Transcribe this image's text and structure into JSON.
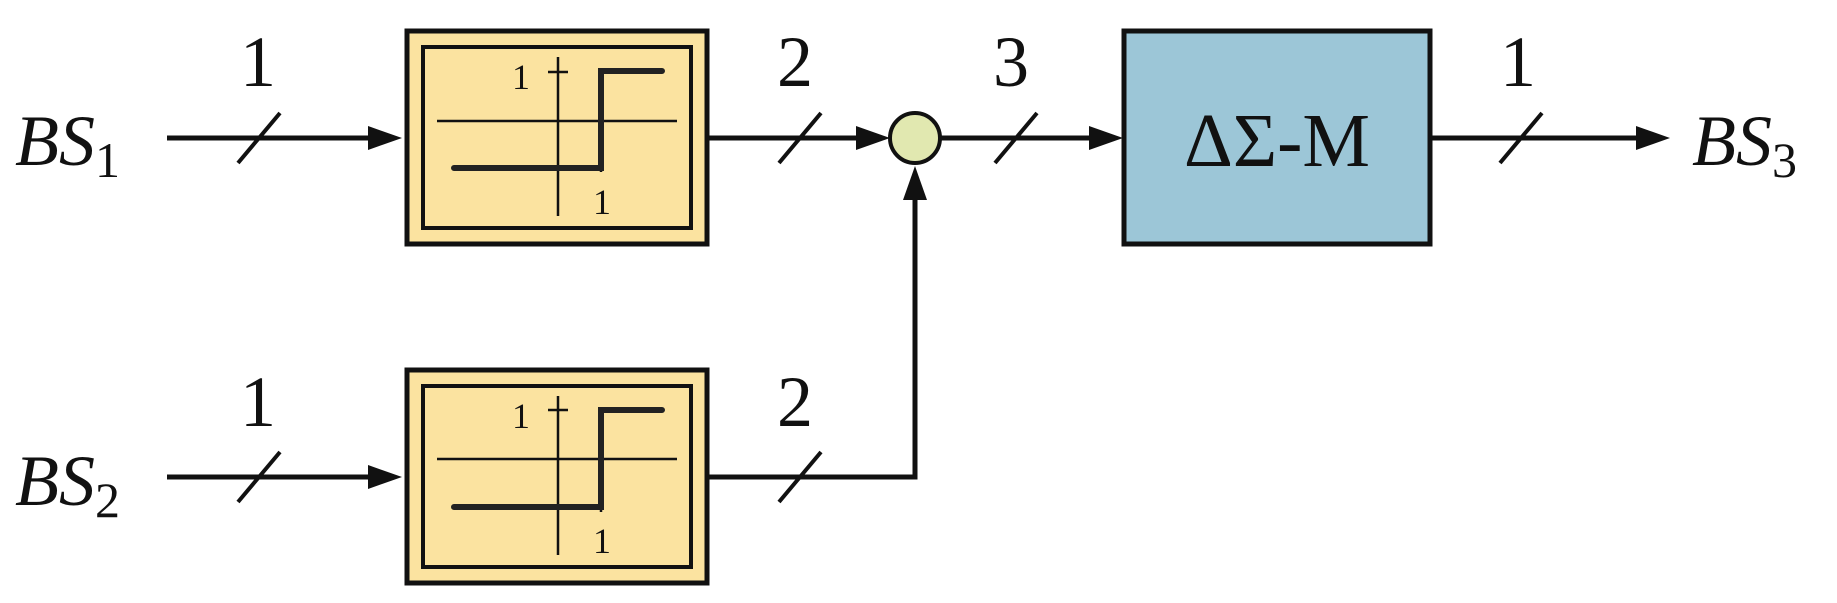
{
  "inputs": [
    {
      "label": "BS",
      "subscript": "1",
      "bus_width": "1"
    },
    {
      "label": "BS",
      "subscript": "2",
      "bus_width": "1"
    }
  ],
  "stage_widths": {
    "upper_after_block": "2",
    "lower_after_block": "2",
    "after_sum": "3",
    "output": "1"
  },
  "step_blocks": [
    {
      "level_label": "1",
      "threshold_label": "1"
    },
    {
      "level_label": "1",
      "threshold_label": "1"
    }
  ],
  "modulator": {
    "label": "ΔΣ-M"
  },
  "output": {
    "label": "BS",
    "subscript": "3"
  },
  "colors": {
    "step_block_fill": "#fbe3a0",
    "modulator_fill": "#9cc6d7",
    "summer_fill": "#e1e8b0",
    "line": "#111111"
  }
}
